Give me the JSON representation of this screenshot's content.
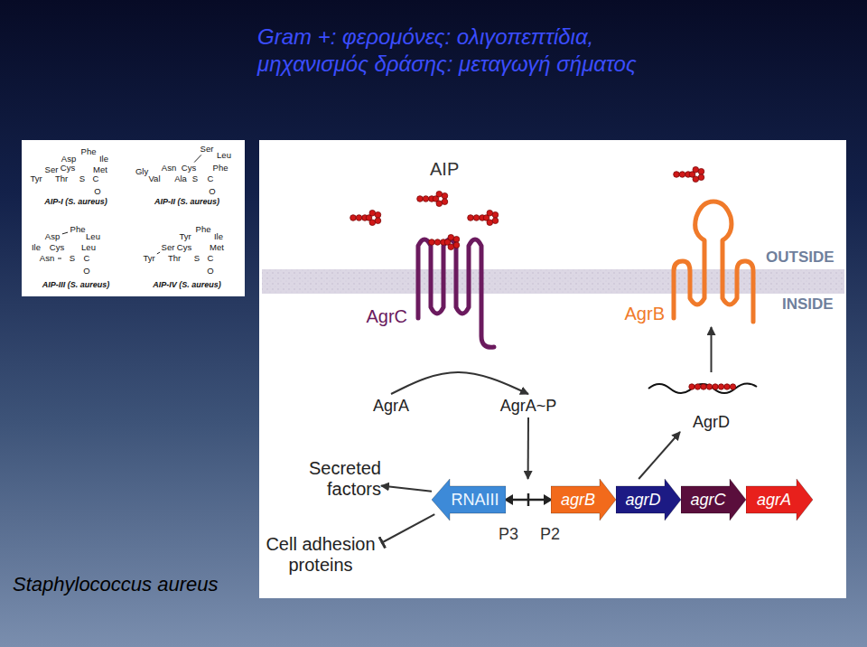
{
  "diagram": {
    "title": "Gram +: φερομόνες: ολιγοπεπτίδια, μηχανισμός δράσης: μεταγωγή σήματος",
    "caption": "Staphylococcus aureus",
    "nodes": [
      {
        "text": [
          "AgrC"
        ]
      },
      {
        "text": [
          "AgrB"
        ]
      },
      {
        "text": [
          "AgrA"
        ]
      },
      {
        "text": [
          "AgrA~P"
        ]
      },
      {
        "text": [
          "AgrD"
        ]
      },
      {
        "text": [
          "Secreted factors"
        ]
      },
      {
        "text": [
          "RNAIII"
        ]
      },
      {
        "text": [
          "agrB"
        ]
      },
      {
        "text": [
          "agrD"
        ]
      },
      {
        "text": [
          "agrC"
        ]
      },
      {
        "text": [
          "agrA"
        ]
      },
      {
        "text": [
          "Cell adhesion proteins"
        ]
      }
    ],
    "edges": [
      {
        "from": 2,
        "to": 3,
        "arrow": "to"
      },
      {
        "from": 3,
        "to": 6,
        "arrow": "to"
      },
      {
        "from": 8,
        "to": 4,
        "arrow": "to"
      },
      {
        "from": 4,
        "to": 1,
        "arrow": "to"
      },
      {
        "from": 6,
        "to": 5,
        "arrow": "to"
      },
      {
        "from": 6,
        "to": 11,
        "arrow": "to"
      }
    ],
    "labels": [
      "AIP",
      "OUTSIDE",
      "INSIDE",
      "P3",
      "P2",
      "Asp",
      "Phe",
      "Ile",
      "Ser",
      "Cys",
      "Met",
      "Tyr",
      "Thr",
      "S",
      "C",
      "O",
      "AIP-I (S. aureus)",
      "Ser",
      "Leu",
      "Asn",
      "Cys",
      "Phe",
      "Gly",
      "Val",
      "Ala",
      "S",
      "C",
      "O",
      "AIP-II (S. aureus)",
      "Asp",
      "Phe",
      "Leu",
      "Ile",
      "Cys",
      "Leu",
      "Asn",
      "S",
      "C",
      "O",
      "AIP-III (S. aureus)",
      "Tyr",
      "Phe",
      "Ile",
      "Ser",
      "Cys",
      "Met",
      "Tyr",
      "Thr",
      "S",
      "C",
      "O",
      "AIP-IV (S. aureus)"
    ]
  }
}
